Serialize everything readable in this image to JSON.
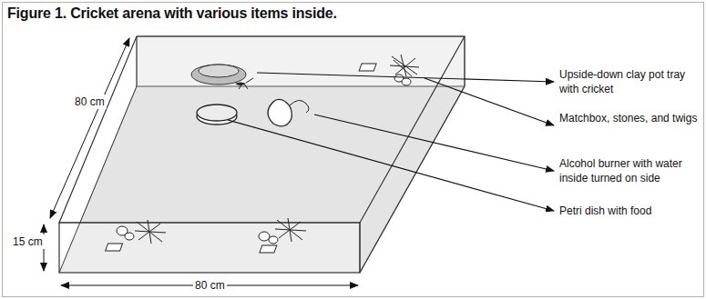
{
  "diagram": {
    "title": "Figure 1. Cricket arena with various items inside.",
    "labels": [
      "80 cm",
      "15 cm",
      "80 cm",
      "Upside-down clay pot tray with cricket",
      "Matchbox, stones, and twigs",
      "Alcohol burner with water inside turned on side",
      "Petri dish with food"
    ]
  }
}
